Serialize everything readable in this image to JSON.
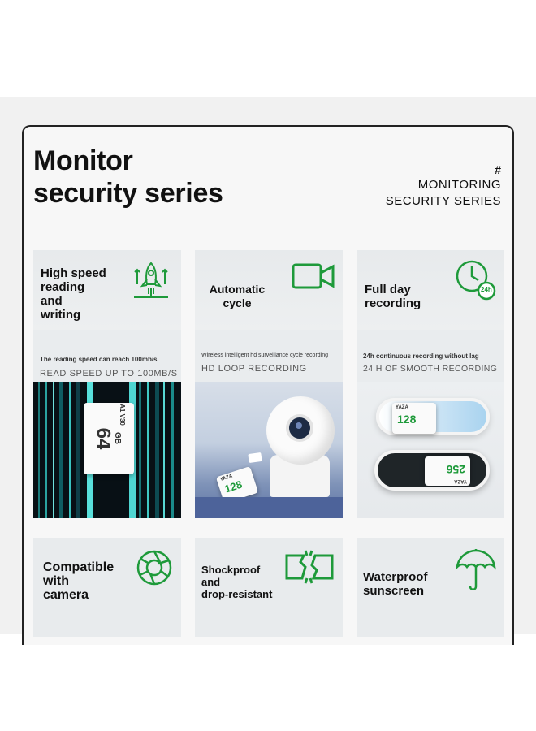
{
  "header": {
    "title_line1": "Monitor",
    "title_line2": "security series",
    "hash": "#",
    "subtitle_line1": "MONITORING",
    "subtitle_line2": "SECURITY SERIES"
  },
  "cards_top": [
    {
      "title_lines": [
        "High speed",
        "reading",
        "and",
        "writing"
      ],
      "icon": "rocket-icon",
      "description": "The reading speed can reach 100mb/s",
      "subtitle": "READ SPEED UP TO 100MB/S",
      "card_capacity": "64",
      "card_unit": "GB",
      "card_brand": "A1 V30"
    },
    {
      "title_lines": [
        "Automatic",
        "cycle"
      ],
      "icon": "video-camera-icon",
      "description": "Wireless intelligent hd surveillance cycle recording",
      "subtitle": "HD LOOP RECORDING",
      "card_brand": "YAZA",
      "card_capacity": "128"
    },
    {
      "title_lines": [
        "Full day",
        "recording"
      ],
      "icon": "clock-24h-icon",
      "icon_badge": "24h",
      "description": "24h continuous recording without lag",
      "subtitle": "24 H OF SMOOTH RECORDING",
      "card1_brand": "YAZA",
      "card1_capacity": "128",
      "card2_brand": "YAZA",
      "card2_capacity": "256"
    }
  ],
  "cards_bottom": [
    {
      "title_lines": [
        "Compatible",
        "with",
        "camera"
      ],
      "icon": "aperture-icon"
    },
    {
      "title_lines": [
        "Shockproof",
        "and",
        "drop-resistant"
      ],
      "icon": "broken-card-icon"
    },
    {
      "title_lines": [
        "Waterproof",
        "sunscreen"
      ],
      "icon": "umbrella-icon"
    }
  ],
  "colors": {
    "accent_green": "#1e9a3a",
    "frame_border": "#222222",
    "card_bg": "#e9ecee"
  }
}
